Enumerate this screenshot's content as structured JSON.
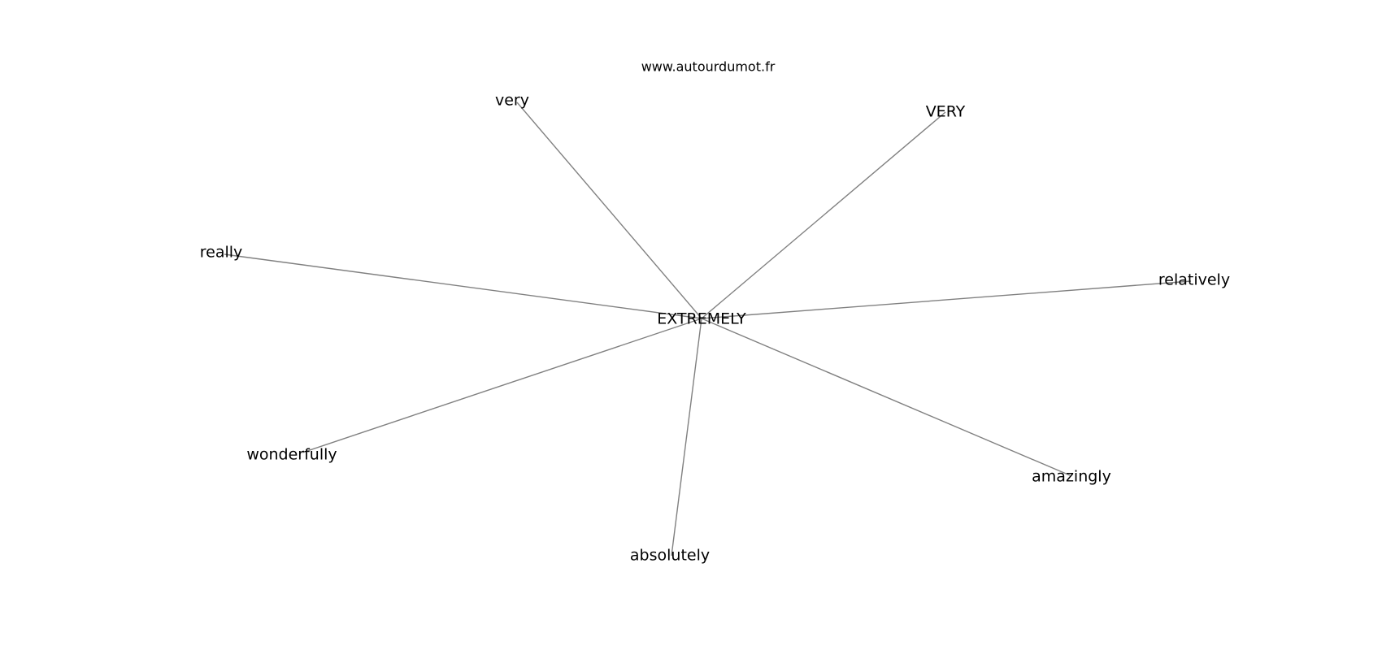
{
  "watermark": "www.autourdumot.fr",
  "graph": {
    "center": "EXTREMELY",
    "neighbors": [
      "very",
      "VERY",
      "really",
      "relatively",
      "wonderfully",
      "amazingly",
      "absolutely"
    ]
  },
  "colors": {
    "background": "#ffffff",
    "edge": "#808080",
    "text": "#000000"
  }
}
